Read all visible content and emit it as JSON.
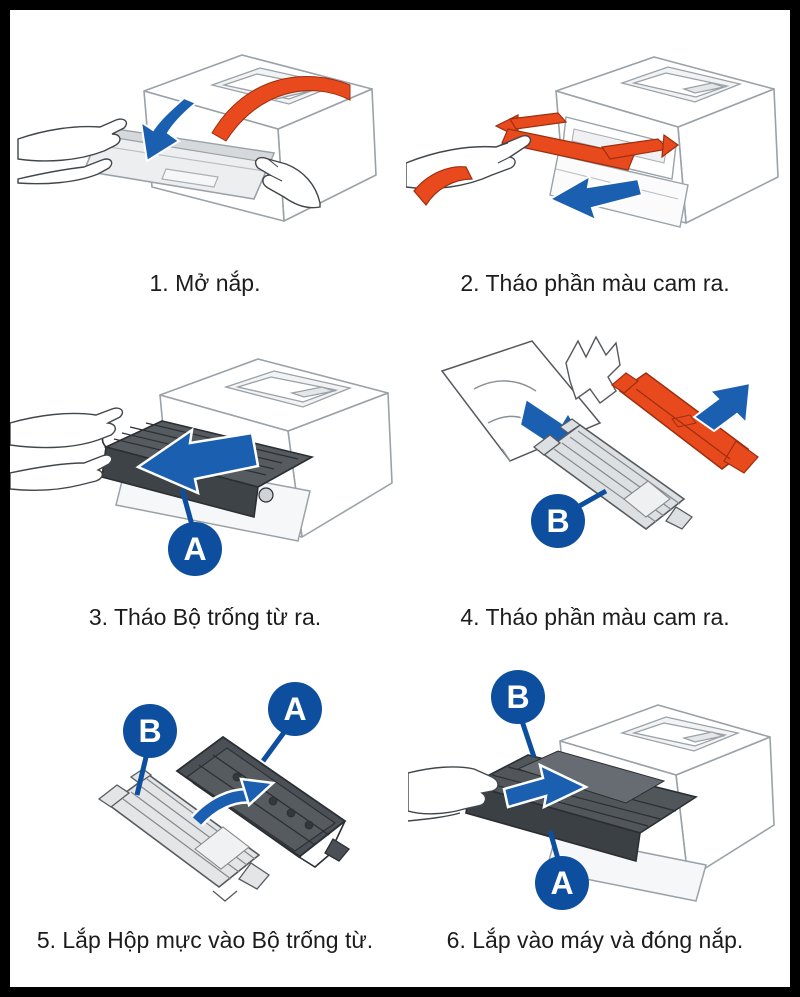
{
  "page": {
    "background": "#ffffff",
    "border_color": "#000000",
    "type_label": "printer-toner-replacement-instructions"
  },
  "colors": {
    "arrow_blue": "#1a5fb0",
    "badge_blue": "#0d4f9e",
    "accent_orange": "#e8491d",
    "orange_outline": "#9c2f0e",
    "printer_line_gray": "#9aa2a8",
    "drum_dark_gray": "#4b5056",
    "cartridge_light_gray": "#dde0e3",
    "caption_text": "#1c1c1c"
  },
  "labels": {
    "a": "A",
    "b": "B"
  },
  "steps": [
    {
      "number": "1",
      "caption": "1. Mở nắp."
    },
    {
      "number": "2",
      "caption": "2. Tháo phần màu cam ra."
    },
    {
      "number": "3",
      "caption": "3. Tháo Bộ trống từ ra."
    },
    {
      "number": "4",
      "caption": "4. Tháo phần màu cam ra."
    },
    {
      "number": "5",
      "caption": "5. Lắp Hộp mực vào Bộ trống từ."
    },
    {
      "number": "6",
      "caption": "6. Lắp vào máy và đóng nắp."
    }
  ]
}
